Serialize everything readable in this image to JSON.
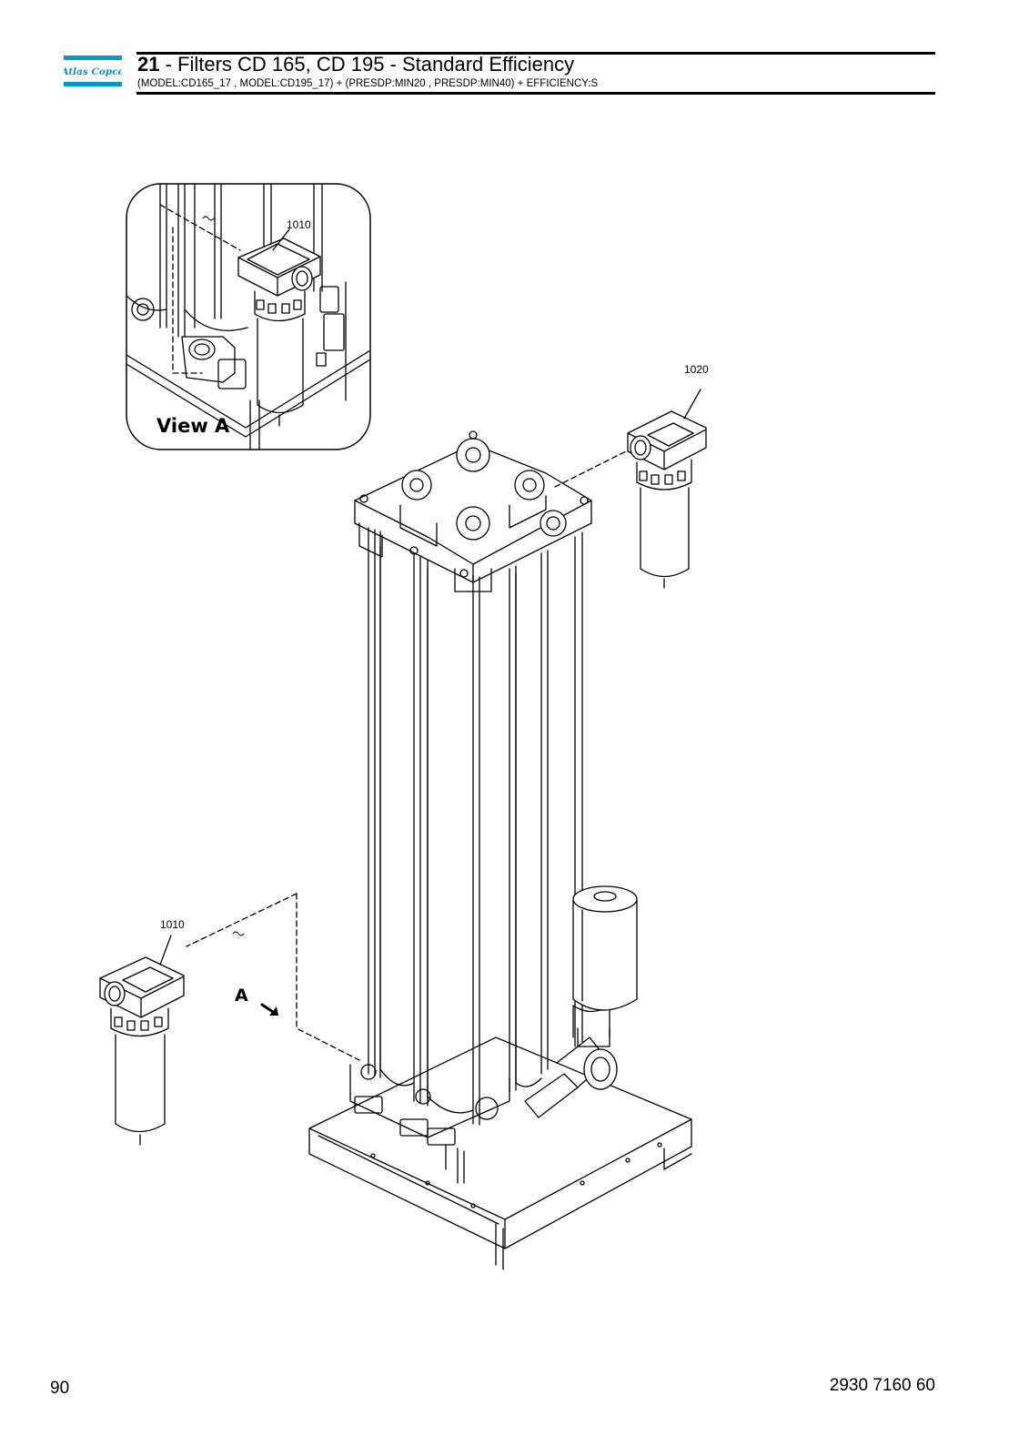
{
  "header": {
    "section_number": "21",
    "title_text": " - Filters CD 165, CD 195 - Standard Efficiency",
    "subtitle": "(MODEL:CD165_17 , MODEL:CD195_17) + (PRESDP:MIN20 , PRESDP:MIN40) + EFFICIENCY:S"
  },
  "logo": {
    "text": "Atlas Copco",
    "color": "#0099cc"
  },
  "drawing": {
    "view_label": "View A",
    "view_arrow_label": "A",
    "callouts": {
      "detail_view": "1010",
      "top_filter": "1020",
      "left_filter": "1010"
    }
  },
  "footer": {
    "page_number": "90",
    "document_number": "2930 7160 60"
  }
}
